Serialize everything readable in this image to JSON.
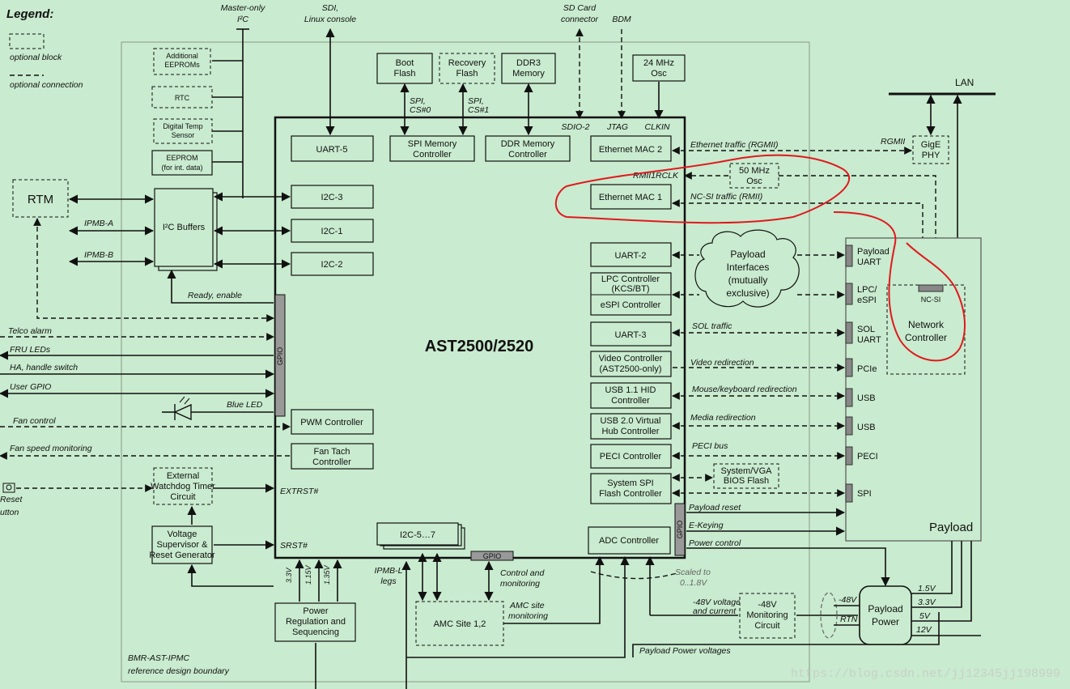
{
  "legend": {
    "title": "Legend:",
    "optional_block": "optional block",
    "optional_connection": "optional connection"
  },
  "ic": {
    "chip": "AST2500/2520",
    "uart5": "UART-5",
    "spi_mem": [
      "SPI Memory",
      "Controller"
    ],
    "ddr_mem": [
      "DDR Memory",
      "Controller"
    ],
    "eth_mac2": "Ethernet MAC 2",
    "eth_mac1": "Ethernet MAC 1",
    "i2c3": "I2C-3",
    "i2c1": "I2C-1",
    "i2c2": "I2C-2",
    "uart2": "UART-2",
    "lpc": [
      "LPC Controller",
      "(KCS/BT)"
    ],
    "espi": "eSPI Controller",
    "uart3": "UART-3",
    "video": [
      "Video Controller",
      "(AST2500-only)"
    ],
    "usb11": [
      "USB 1.1 HID",
      "Controller"
    ],
    "usb20": [
      "USB 2.0 Virtual",
      "Hub Controller"
    ],
    "peci": "PECI Controller",
    "sysspi": [
      "System SPI",
      "Flash Controller"
    ],
    "adc": "ADC Controller",
    "pwm": "PWM Controller",
    "fantach": [
      "Fan Tach",
      "Controller"
    ],
    "i2c57": "I2C-5…7",
    "gpio": "GPIO",
    "gpio_r": "GPIO",
    "gpio_b": "GPIO"
  },
  "top": {
    "master_only": [
      "Master-only",
      "I²C"
    ],
    "sdi": [
      "SDI,",
      "Linux console"
    ],
    "sdcard": [
      "SD Card",
      "connector"
    ],
    "bdm": "BDM",
    "boot": [
      "Boot",
      "Flash"
    ],
    "recovery": [
      "Recovery",
      "Flash"
    ],
    "ddr3": [
      "DDR3",
      "Memory"
    ],
    "osc24": [
      "24 MHz",
      "Osc"
    ],
    "spi0": [
      "SPI,",
      "CS#0"
    ],
    "spi1": [
      "SPI,",
      "CS#1"
    ],
    "sdio2": "SDIO-2",
    "jtag": "JTAG",
    "clkin": "CLKIN"
  },
  "left": {
    "add_eeprom": [
      "Additional",
      "EEPROMs"
    ],
    "rtc": "RTC",
    "temp": [
      "Digital Temp",
      "Sensor"
    ],
    "eeprom": [
      "EEPROM",
      "(for int. data)"
    ],
    "rtm": "RTM",
    "i2c_buffers": "I²C Buffers",
    "ipmb_a": "IPMB-A",
    "ipmb_b": "IPMB-B",
    "ready": "Ready, enable",
    "telco": "Telco alarm",
    "fru": "FRU LEDs",
    "ha": "HA, handle switch",
    "user_gpio": "User GPIO",
    "blue_led": "Blue LED",
    "fan_ctrl": "Fan control",
    "fan_speed": "Fan speed monitoring",
    "reset": [
      "Reset",
      "utton"
    ],
    "watchdog": [
      "External",
      "Watchdog Timer",
      "Circuit"
    ],
    "extrst": "EXTRST#",
    "voltage": [
      "Voltage",
      "Supervisor &",
      "Reset Generator"
    ],
    "srst": "SRST#",
    "boundary": [
      "BMR-AST-IPMC",
      "reference design boundary"
    ]
  },
  "bottom": {
    "power_reg": [
      "Power",
      "Regulation and",
      "Sequencing"
    ],
    "v33": "3.3V",
    "v115": "1.15V",
    "v135": "1.35V",
    "ipmbl": [
      "IPMB-L",
      "legs"
    ],
    "amc": "AMC Site 1,2",
    "control": [
      "Control and",
      "monitoring"
    ],
    "amc_mon": [
      "AMC site",
      "monitoring"
    ],
    "scaled": [
      "Scaled to",
      "0..1.8V"
    ],
    "m48": [
      "-48V voltage",
      "and current"
    ],
    "m48circ": [
      "-48V",
      "Monitoring",
      "Circuit"
    ],
    "payload_pv": "Payload Power voltages"
  },
  "right": {
    "lan": "LAN",
    "rgmii": "RGMII",
    "gige": [
      "GigE",
      "PHY"
    ],
    "eth_traffic": "Ethernet traffic (RGMII)",
    "rmii_clk": "RMII1RCLK",
    "osc50": [
      "50 MHz",
      "Osc"
    ],
    "ncsi_traffic": "NC-SI traffic (RMII)",
    "payload_if": [
      "Payload",
      "Interfaces",
      "(mutually",
      "exclusive)"
    ],
    "sol_traffic": "SOL traffic",
    "video_redir": "Video redirection",
    "mouse_redir": "Mouse/keyboard redirection",
    "media_redir": "Media redirection",
    "peci_bus": "PECI bus",
    "bios_flash": [
      "System/VGA",
      "BIOS Flash"
    ],
    "payload_reset": "Payload reset",
    "ekeying": "E-Keying",
    "power_ctrl": "Power control",
    "ports": [
      "Payload UART",
      "LPC/ eSPI",
      "SOL UART",
      "PCIe",
      "USB",
      "USB",
      "PECI",
      "SPI"
    ],
    "ncsi": "NC-SI",
    "netctrl": [
      "Network",
      "Controller"
    ],
    "payload": "Payload",
    "payload_power": [
      "Payload",
      "Power"
    ],
    "v48": "-48V",
    "rtn": "RTN",
    "rails": [
      "1.5V",
      "3.3V",
      "5V",
      "12V"
    ],
    "watermark": "https://blog.csdn.net/jj12345jj198999"
  },
  "colors": {
    "background": "#c9ebcf",
    "ink": "#111111",
    "highlight": "#e0191e"
  }
}
